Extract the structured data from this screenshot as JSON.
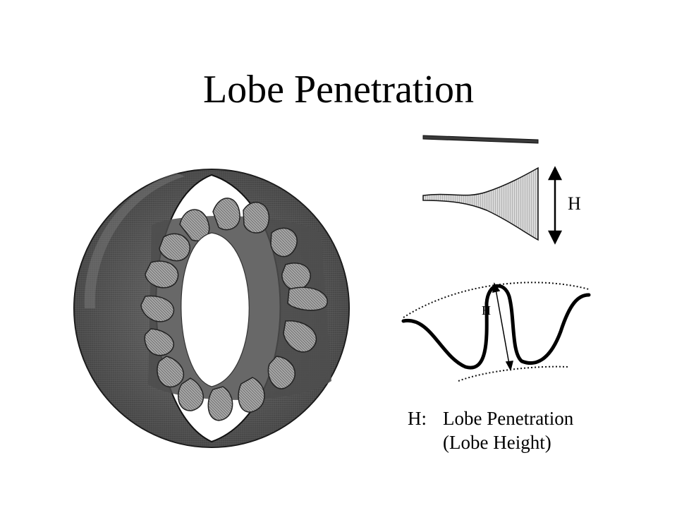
{
  "slide": {
    "title": "Lobe Penetration"
  },
  "profile_diagram": {
    "dimension_label": "H"
  },
  "lobe_diagram": {
    "dimension_label": "H"
  },
  "legend": {
    "term": "H:",
    "definition_line1": "Lobe Penetration",
    "definition_line2": "(Lobe Height)"
  },
  "colors": {
    "mesh_dark": "#3a3a3a",
    "mesh_mid": "#6b6b6b",
    "mesh_light": "#bdbdbd",
    "background": "#ffffff",
    "ink": "#000000"
  }
}
